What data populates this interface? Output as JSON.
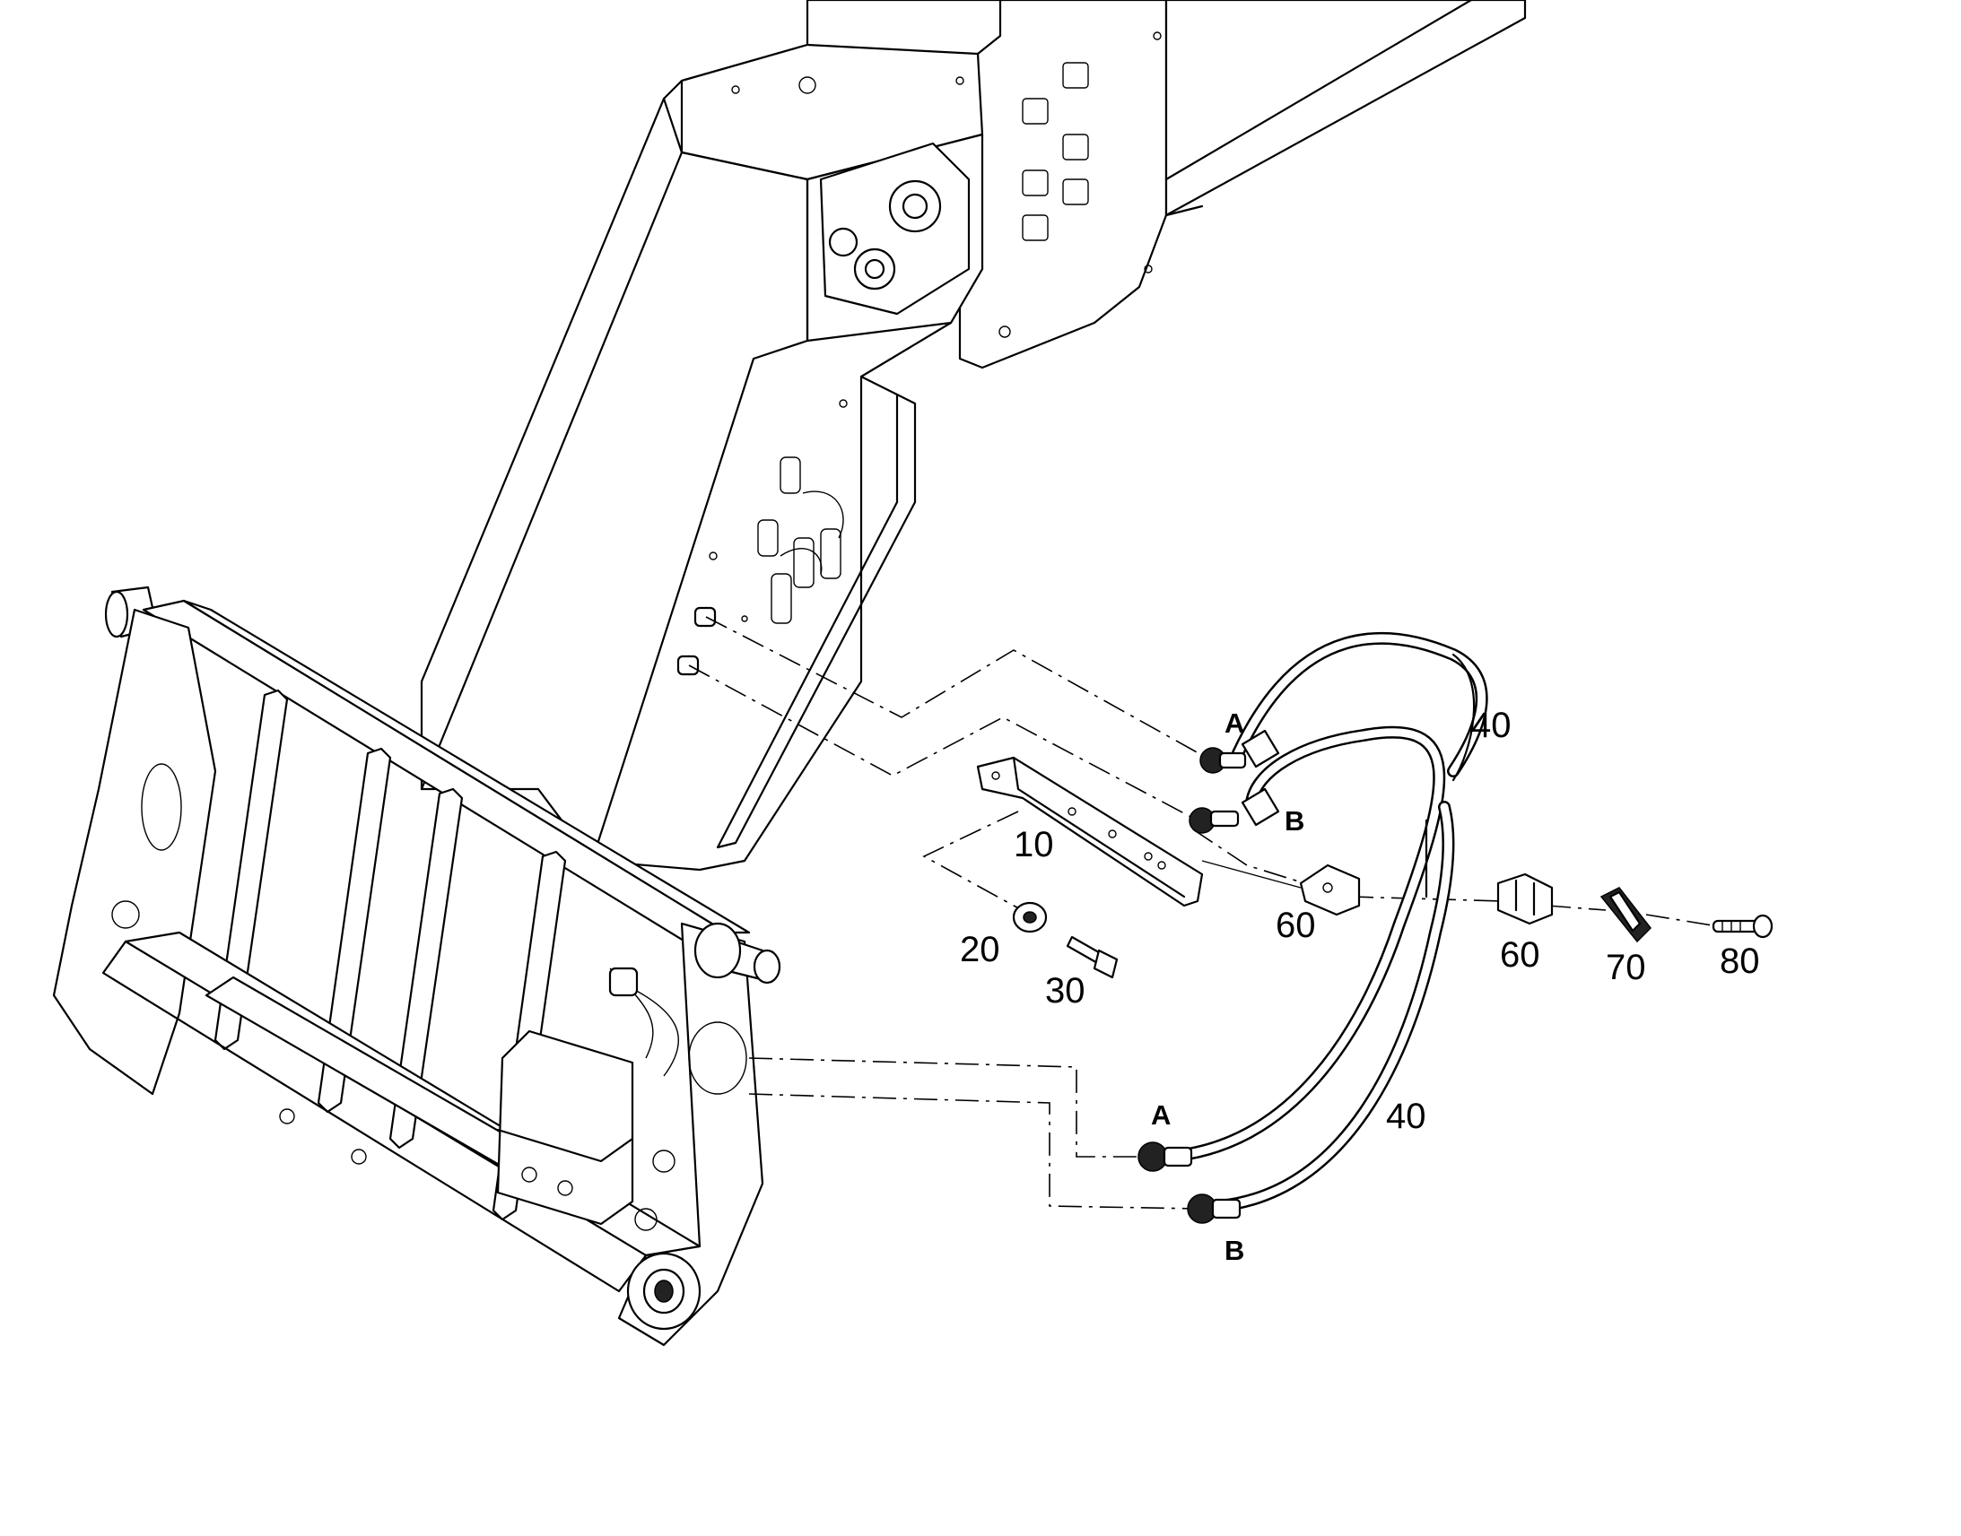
{
  "callouts": {
    "c10": "10",
    "c20": "20",
    "c30": "30",
    "c40_upper": "40",
    "c40_lower": "40",
    "c60_left": "60",
    "c60_right": "60",
    "c70": "70",
    "c80": "80"
  },
  "ports": {
    "upper_a": "A",
    "upper_b": "B",
    "lower_a": "A",
    "lower_b": "B"
  }
}
